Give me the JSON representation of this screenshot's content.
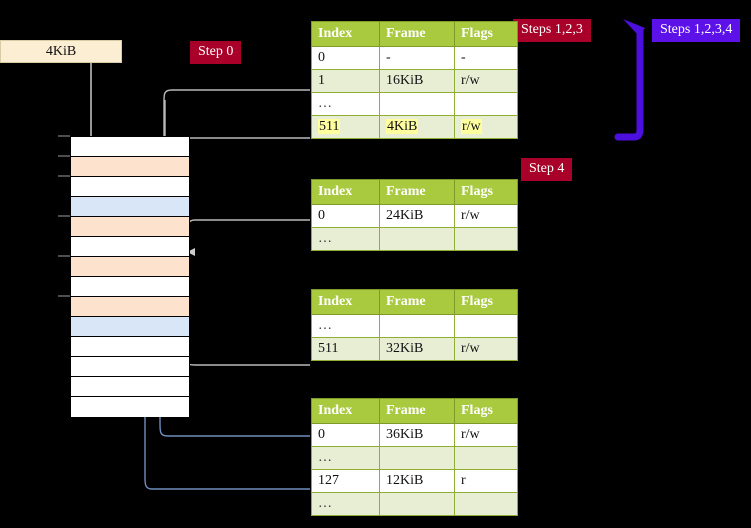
{
  "labels": {
    "mem_block": "4KiB",
    "step0": "Step 0",
    "step4": "Step 4",
    "steps123": "Steps 1,2,3",
    "steps1234": "Steps 1,2,3,4"
  },
  "colors": {
    "badge_red": "#a80028",
    "badge_violet": "#5b11e8",
    "table_header_green": "#a9ca3f",
    "table_alt_row": "#e8eed4",
    "highlight_yellow": "#ffff9e",
    "mem_label_bg": "#fbeed2",
    "grid_peach": "#fde3ce",
    "grid_blue": "#d9e6f7",
    "connector_gray": "#b4b4b4",
    "connector_blue": "#6f8fbd",
    "arrow_blue": "#3f5f9c"
  },
  "table_headers": [
    "Index",
    "Frame",
    "Flags"
  ],
  "tables": [
    {
      "name": "pml4-table",
      "rows": [
        {
          "index": "0",
          "frame": "-",
          "flags": "-",
          "style": "plain",
          "highlight": false
        },
        {
          "index": "1",
          "frame": "16KiB",
          "flags": "r/w",
          "style": "alt",
          "highlight": false
        },
        {
          "index": "…",
          "frame": "",
          "flags": "",
          "style": "plain",
          "highlight": false
        },
        {
          "index": "511",
          "frame": "4KiB",
          "flags": "r/w",
          "style": "alt",
          "highlight": true
        }
      ]
    },
    {
      "name": "pdpt-table",
      "rows": [
        {
          "index": "0",
          "frame": "24KiB",
          "flags": "r/w",
          "style": "plain",
          "highlight": false
        },
        {
          "index": "…",
          "frame": "",
          "flags": "",
          "style": "alt",
          "highlight": false
        }
      ]
    },
    {
      "name": "pd-table",
      "rows": [
        {
          "index": "…",
          "frame": "",
          "flags": "",
          "style": "plain",
          "highlight": false
        },
        {
          "index": "511",
          "frame": "32KiB",
          "flags": "r/w",
          "style": "alt",
          "highlight": false
        }
      ]
    },
    {
      "name": "pt-table",
      "rows": [
        {
          "index": "0",
          "frame": "36KiB",
          "flags": "r/w",
          "style": "plain",
          "highlight": false
        },
        {
          "index": "…",
          "frame": "",
          "flags": "",
          "style": "alt",
          "highlight": false
        },
        {
          "index": "127",
          "frame": "12KiB",
          "flags": "r",
          "style": "plain",
          "highlight": false
        },
        {
          "index": "…",
          "frame": "",
          "flags": "",
          "style": "alt",
          "highlight": false
        }
      ]
    }
  ],
  "memory_grid": {
    "rows": [
      "white",
      "peach",
      "white",
      "blue",
      "peach",
      "white",
      "peach",
      "white",
      "peach",
      "blue",
      "white",
      "white",
      "white",
      "white"
    ]
  }
}
